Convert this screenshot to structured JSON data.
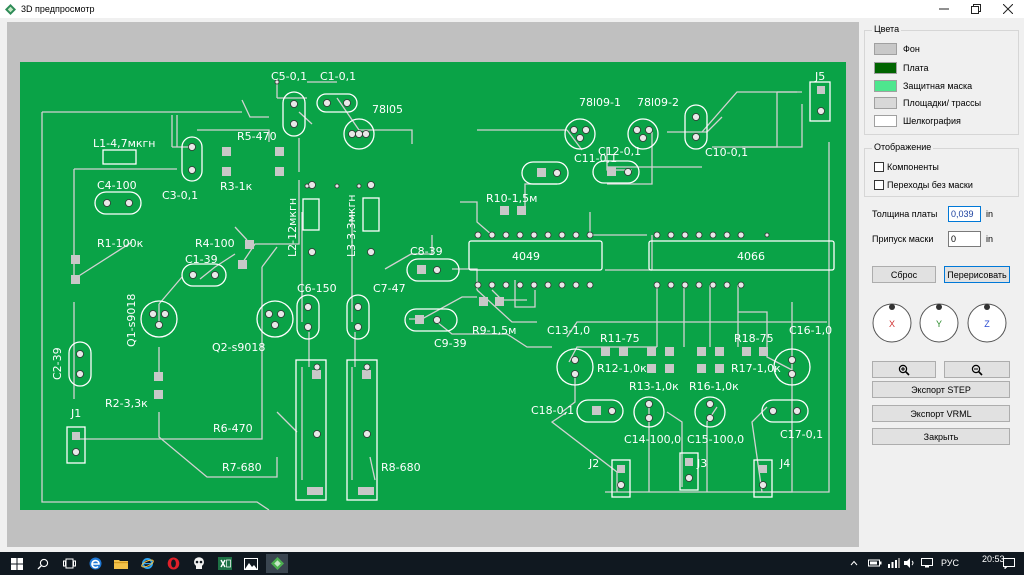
{
  "window": {
    "title": "3D предпросмотр",
    "app_icon": "pcb-diamond-icon"
  },
  "panel": {
    "colors_title": "Цвета",
    "colors": [
      {
        "label": "Фон",
        "color": "#c8c8c8"
      },
      {
        "label": "Плата",
        "color": "#006400"
      },
      {
        "label": "Защитная маска",
        "color": "#4ee68e"
      },
      {
        "label": "Площадки/ трассы",
        "color": "#d8d8d8"
      },
      {
        "label": "Шелкография",
        "color": "#ffffff"
      }
    ],
    "display_title": "Отображение",
    "checkboxes": [
      {
        "label": "Компоненты",
        "checked": false
      },
      {
        "label": "Переходы без маски",
        "checked": false
      }
    ],
    "board_thickness": {
      "label": "Толщина платы",
      "value": "0,039",
      "unit": "in"
    },
    "mask_clearance": {
      "label": "Припуск маски",
      "value": "0",
      "unit": "in"
    },
    "reset_label": "Сброс",
    "redraw_label": "Перерисовать",
    "axes": [
      "X",
      "Y",
      "Z"
    ],
    "export_step_label": "Экспорт STEP",
    "export_vrml_label": "Экспорт VRML",
    "close_label": "Закрыть"
  },
  "board": {
    "background": "#c0c0c0",
    "mask_color": "#0aa347",
    "trace_color": "#d2d2d2",
    "silk_color": "#ffffff",
    "labels": {
      "c5": "C5-0,1",
      "c1_0": "C1-0,1",
      "u_78l05": "78l05",
      "j5": "J5",
      "u_78l09_1": "78l09-1",
      "u_78l09_2": "78l09-2",
      "l1": "L1-4,7мкгн",
      "r5": "R5-470",
      "c11": "C11-0,1",
      "c12": "C12-0,1",
      "c10": "C10-0,1",
      "c4": "C4-100",
      "r3": "R3-1к",
      "c3": "C3-0,1",
      "r10": "R10-1,5м",
      "l2": "L2-12мкгн",
      "l3": "L3-3,3мкгн",
      "r1": "R1-100к",
      "r4": "R4-100",
      "c8": "C8-39",
      "ic_4049": "4049",
      "ic_4066": "4066",
      "c1_39": "C1-39",
      "c6": "C6-150",
      "c7": "C7-47",
      "q1": "Q1-s9018",
      "q2": "Q2-s9018",
      "r9": "R9-1,5м",
      "c9": "C9-39",
      "c13": "C13-1,0",
      "r11": "R11-75",
      "r18": "R18-75",
      "c16": "C16-1,0",
      "c2": "C2-39",
      "r12": "R12-1,0к",
      "r17": "R17-1,0к",
      "r13": "R13-1,0к",
      "r16": "R16-1,0к",
      "r2": "R2-3,3к",
      "c18": "C18-0,1",
      "j1": "J1",
      "r6": "R6-470",
      "c14": "C14-100,0",
      "c15": "C15-100,0",
      "c17": "C17-0,1",
      "r7": "R7-680",
      "r8": "R8-680",
      "j2": "J2",
      "j3": "J3",
      "j4": "J4"
    }
  },
  "taskbar": {
    "icons": [
      "windows-start-icon",
      "search-icon",
      "task-view-icon",
      "edge-icon",
      "file-explorer-icon",
      "ie-icon",
      "opera-icon",
      "skull-app-icon",
      "excel-icon",
      "photos-icon",
      "pcb-app-icon"
    ],
    "tray_lang": "РУС",
    "clock": "20:53"
  }
}
